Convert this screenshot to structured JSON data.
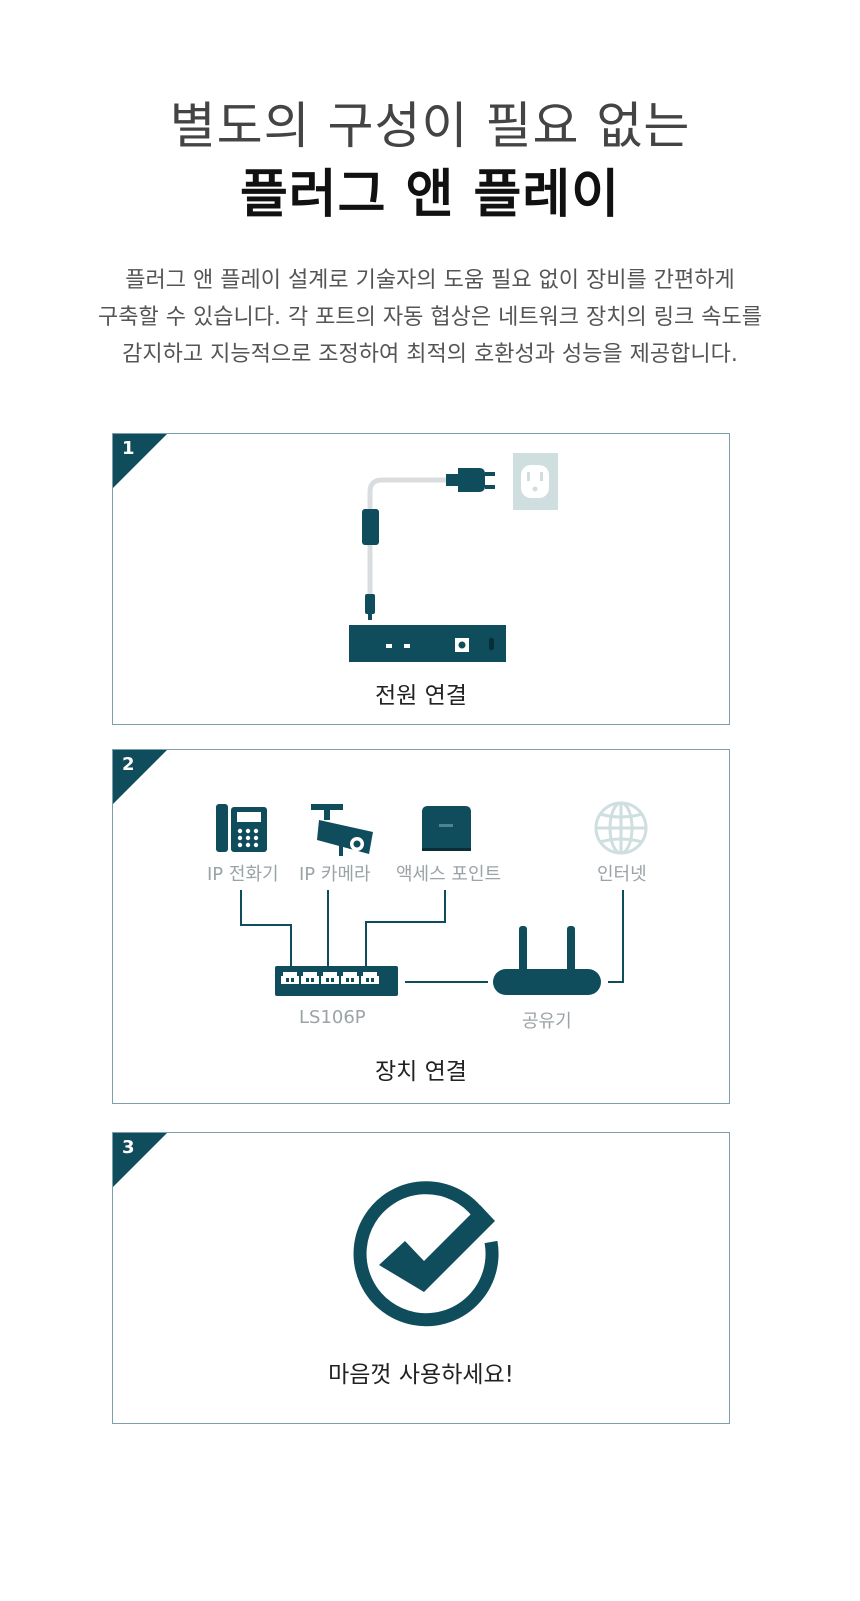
{
  "heading": {
    "line1": "별도의 구성이 필요 없는",
    "line2": "플러그 앤 플레이"
  },
  "description": {
    "line1": "플러그 앤 플레이 설계로 기술자의 도움 필요 없이 장비를 간편하게",
    "line2": "구축할 수 있습니다. 각 포트의 자동 협상은 네트워크 장치의 링크 속도를",
    "line3": "감지하고 지능적으로 조정하여 최적의 호환성과 성능을 제공합니다."
  },
  "steps": [
    {
      "number": "1",
      "caption": "전원 연결"
    },
    {
      "number": "2",
      "caption": "장치 연결",
      "labels": {
        "ip_phone": "IP 전화기",
        "ip_camera": "IP 카메라",
        "access_point": "액세스 포인트",
        "internet": "인터넷",
        "switch": "LS106P",
        "router": "공유기"
      }
    },
    {
      "number": "3",
      "caption": "마음껏 사용하세요!"
    }
  ],
  "colors": {
    "primary": "#0f4c5c",
    "border": "#7f9eab",
    "outlet": "#cfdedf",
    "muted_label": "#9aa3a6"
  }
}
